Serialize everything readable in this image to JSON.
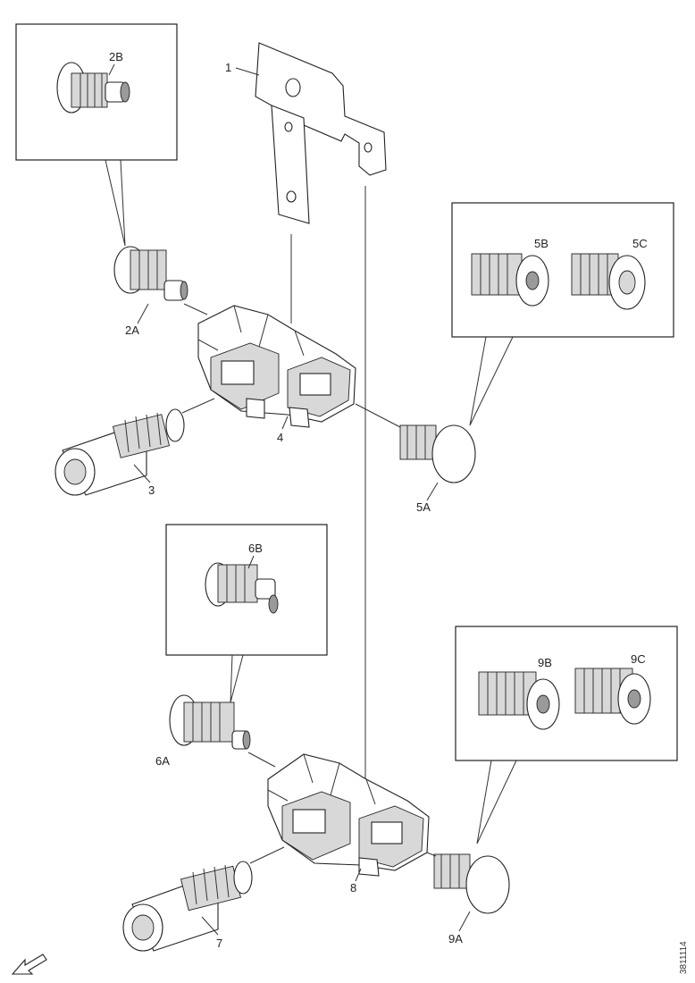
{
  "labels": {
    "p1": "1",
    "p2A": "2A",
    "p2B": "2B",
    "p3": "3",
    "p4": "4",
    "p5A": "5A",
    "p5B": "5B",
    "p5C": "5C",
    "p6A": "6A",
    "p6B": "6B",
    "p7": "7",
    "p8": "8",
    "p9A": "9A",
    "p9B": "9B",
    "p9C": "9C"
  },
  "reference": "3811114",
  "icons": {
    "direction": "arrow-down-left-icon"
  }
}
